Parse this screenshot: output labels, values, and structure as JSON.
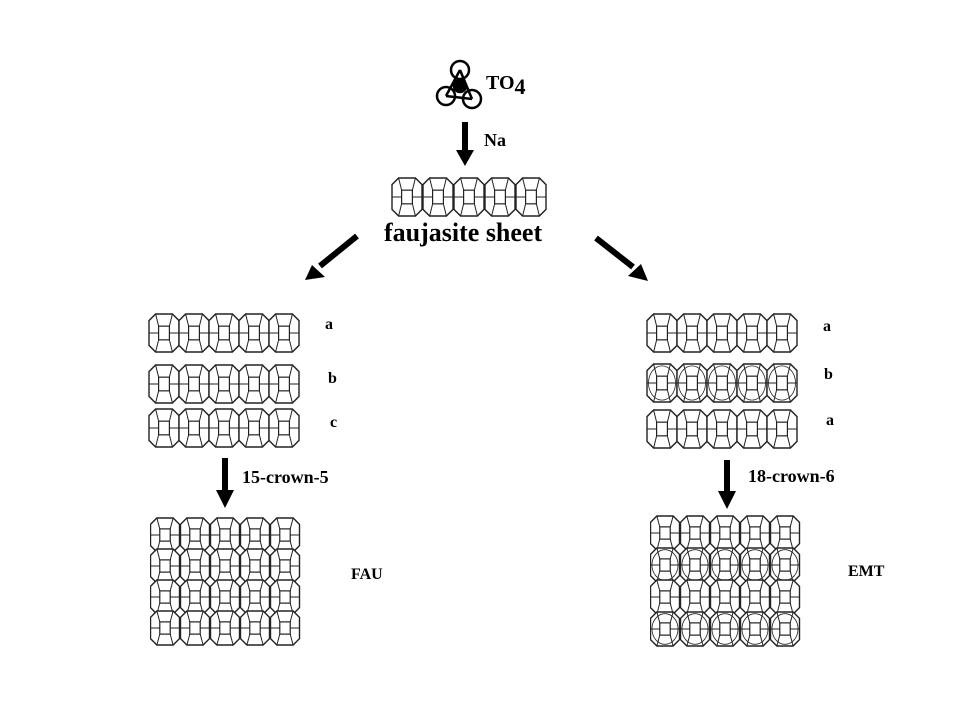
{
  "top": {
    "precursor_label": "TO",
    "precursor_subscript": "4",
    "reagent": "Na"
  },
  "sheet": {
    "label": "faujasite sheet"
  },
  "left_branch": {
    "layers": [
      "a",
      "b",
      "c"
    ],
    "template": "15-crown-5",
    "product": "FAU"
  },
  "right_branch": {
    "layers": [
      "a",
      "b",
      "a"
    ],
    "template": "18-crown-6",
    "product": "EMT"
  },
  "colors": {
    "ink": "#000000",
    "cage_fill": "#ffffff",
    "cage_line": "#222222"
  }
}
